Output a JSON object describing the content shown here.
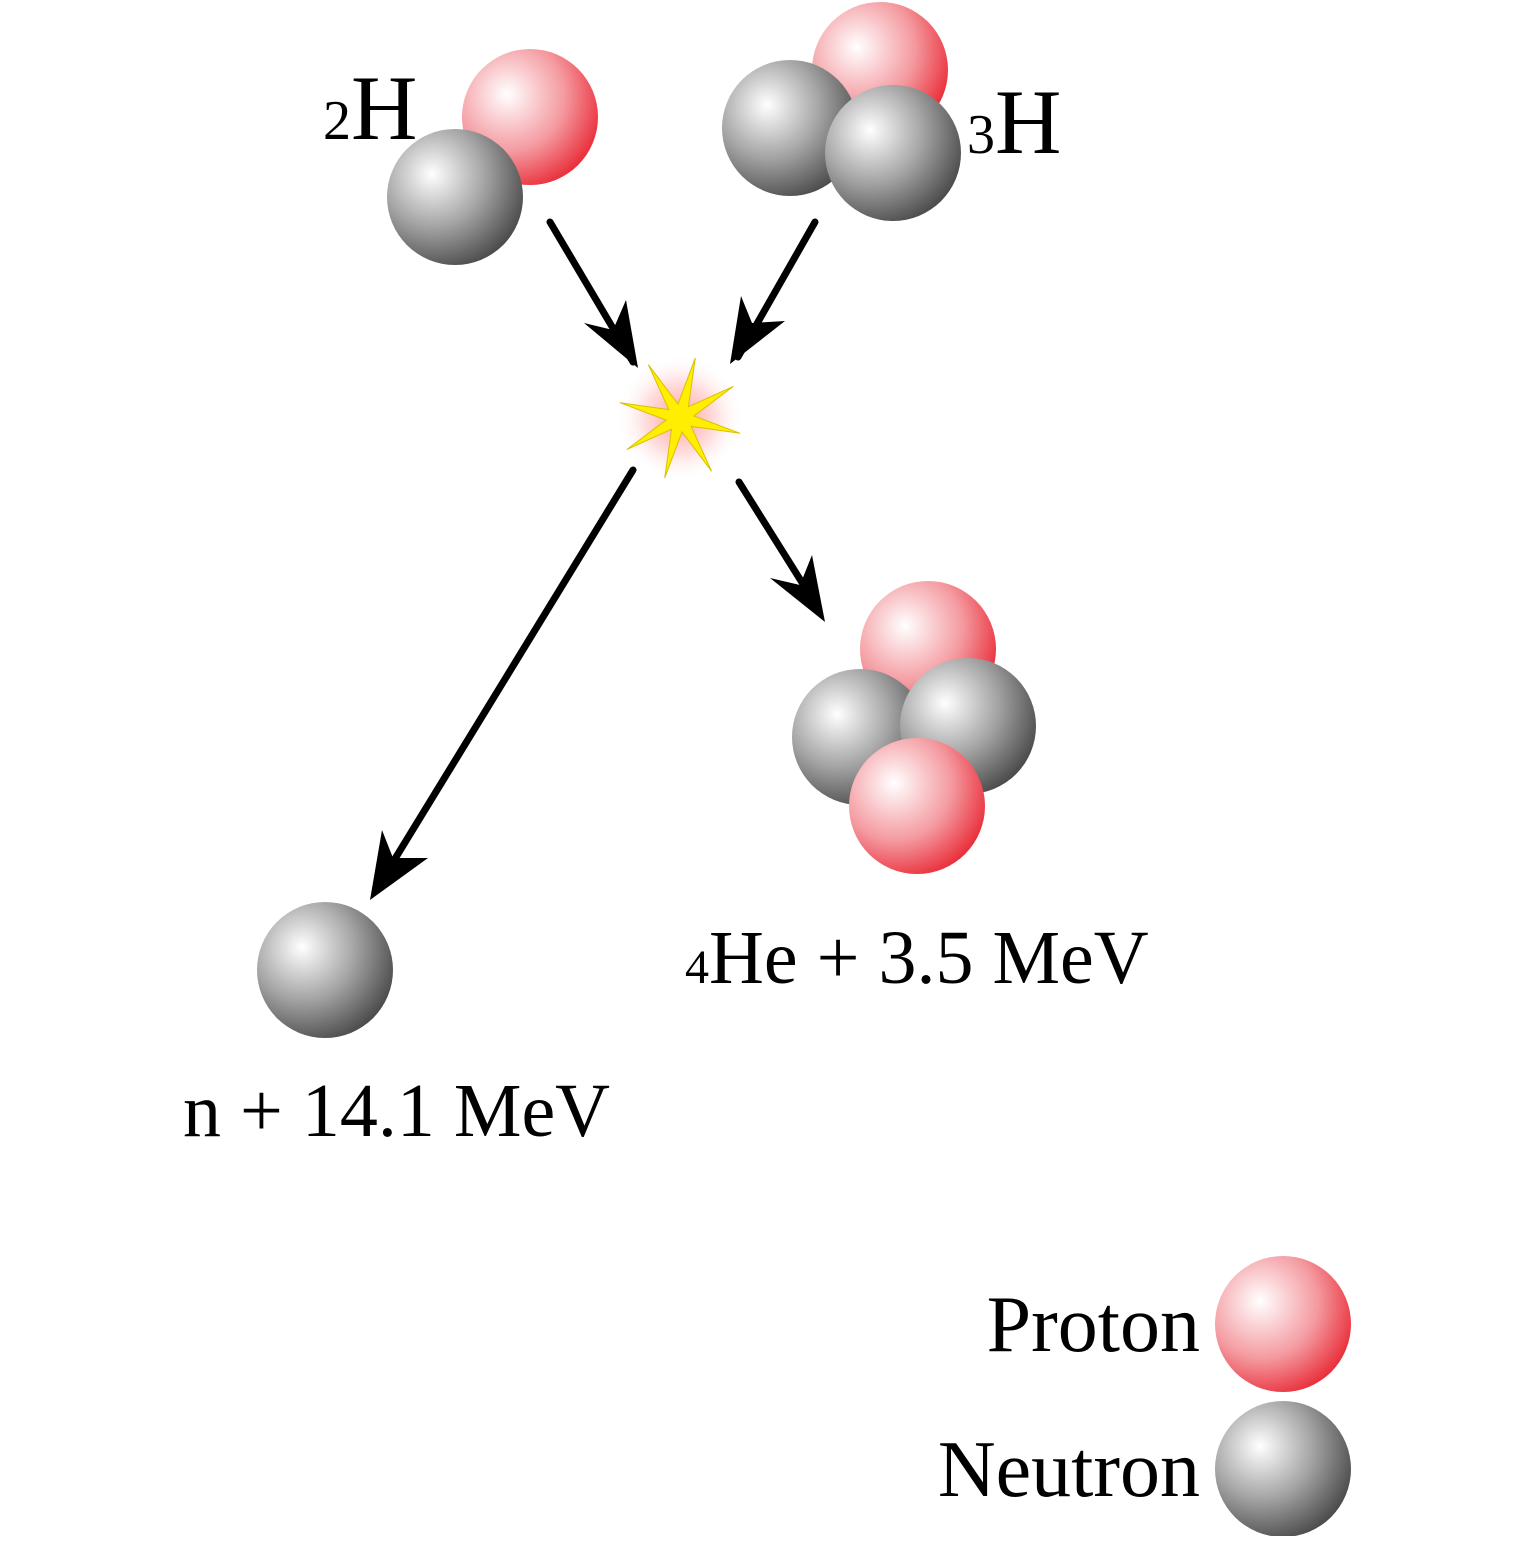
{
  "reactants": {
    "deuterium": {
      "mass_number": "2",
      "symbol": "H"
    },
    "tritium": {
      "mass_number": "3",
      "symbol": "H"
    }
  },
  "products": {
    "helium": {
      "mass_number": "4",
      "text": "He + 3.5 MeV"
    },
    "neutron": {
      "text": "n + 14.1 MeV"
    }
  },
  "legend": {
    "proton_label": "Proton",
    "neutron_label": "Neutron"
  },
  "colors": {
    "proton": "#e8434a",
    "neutron": "#6b6b6b",
    "flash": "#ffef00",
    "arrow": "#000000"
  }
}
